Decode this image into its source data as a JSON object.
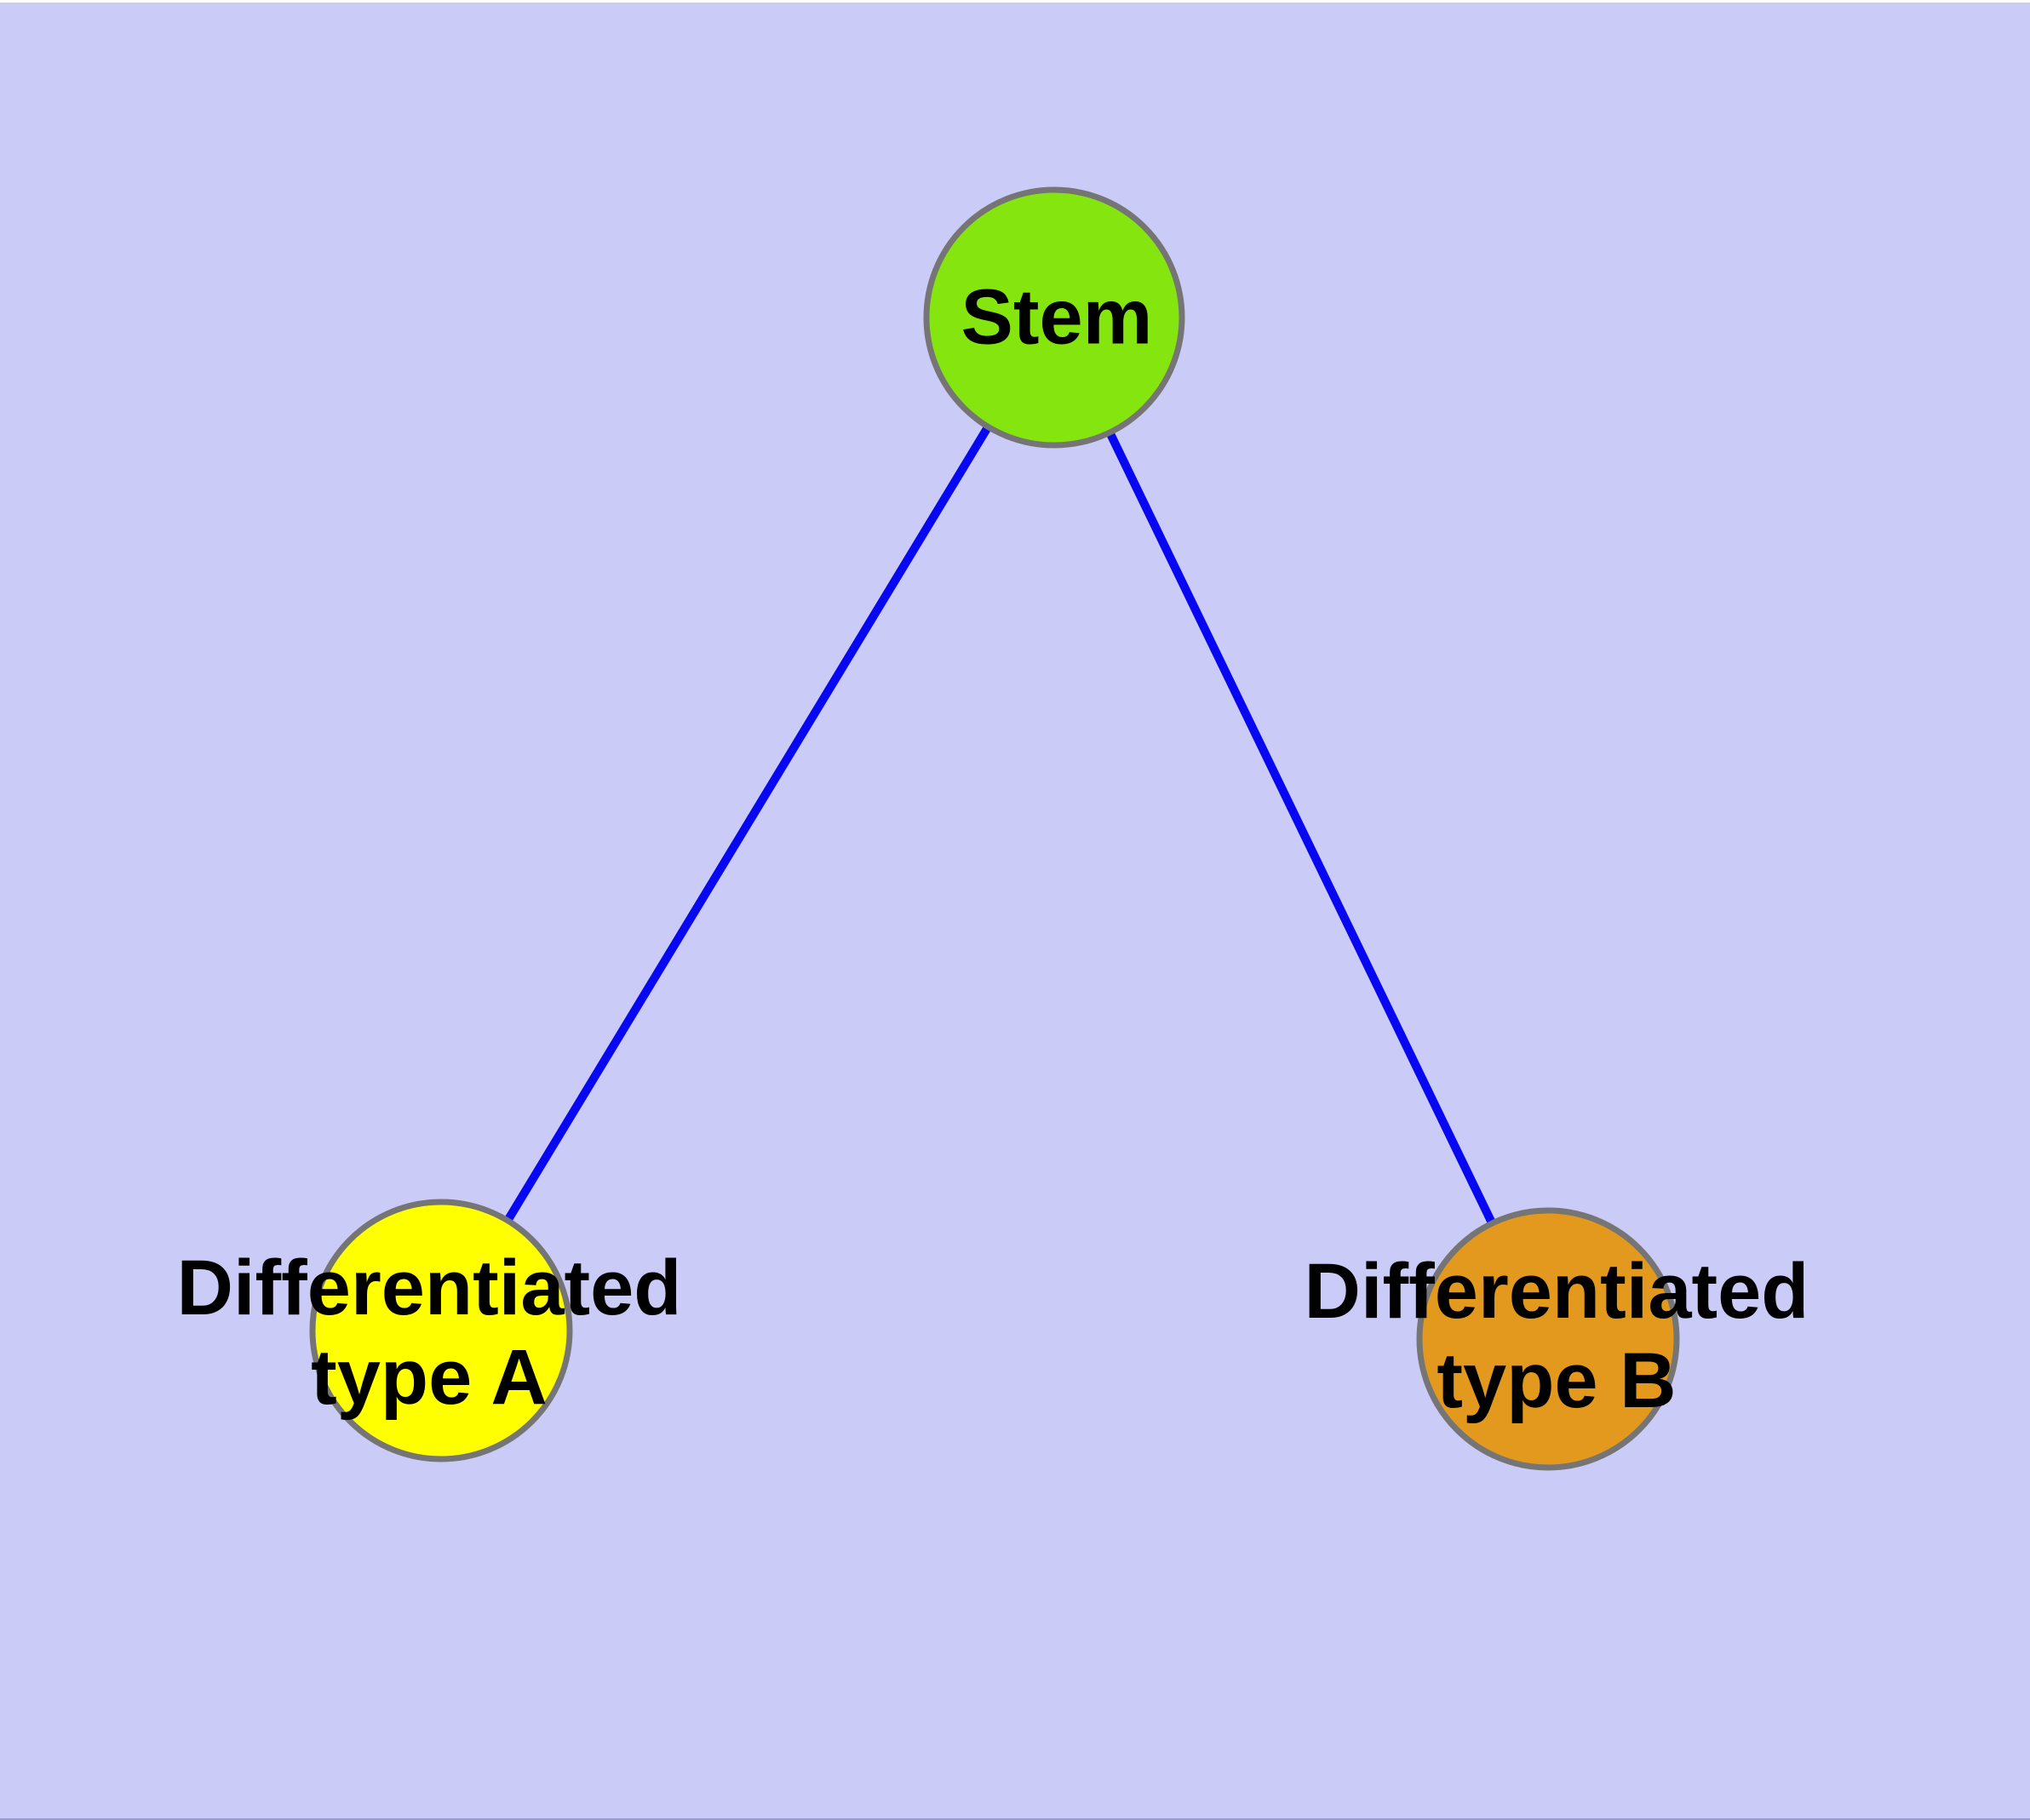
{
  "diagram": {
    "background_color": "#cbcbf7",
    "top_strip_color": "#ffffff",
    "edge_color": "#0707f2",
    "node_border_color": "#757575",
    "label_color": "#000000",
    "nodes": [
      {
        "id": "stem",
        "label": "Stem",
        "fill": "#85e60f"
      },
      {
        "id": "differentiated-type-a",
        "label": "Differentiated\ntype A",
        "fill": "#ffff00"
      },
      {
        "id": "differentiated-type-b",
        "label": "Differentiated\ntype B",
        "fill": "#e2991e"
      }
    ],
    "edges": [
      {
        "from": "Stem",
        "to": "Differentiated type A"
      },
      {
        "from": "Stem",
        "to": "Differentiated type B"
      }
    ]
  }
}
